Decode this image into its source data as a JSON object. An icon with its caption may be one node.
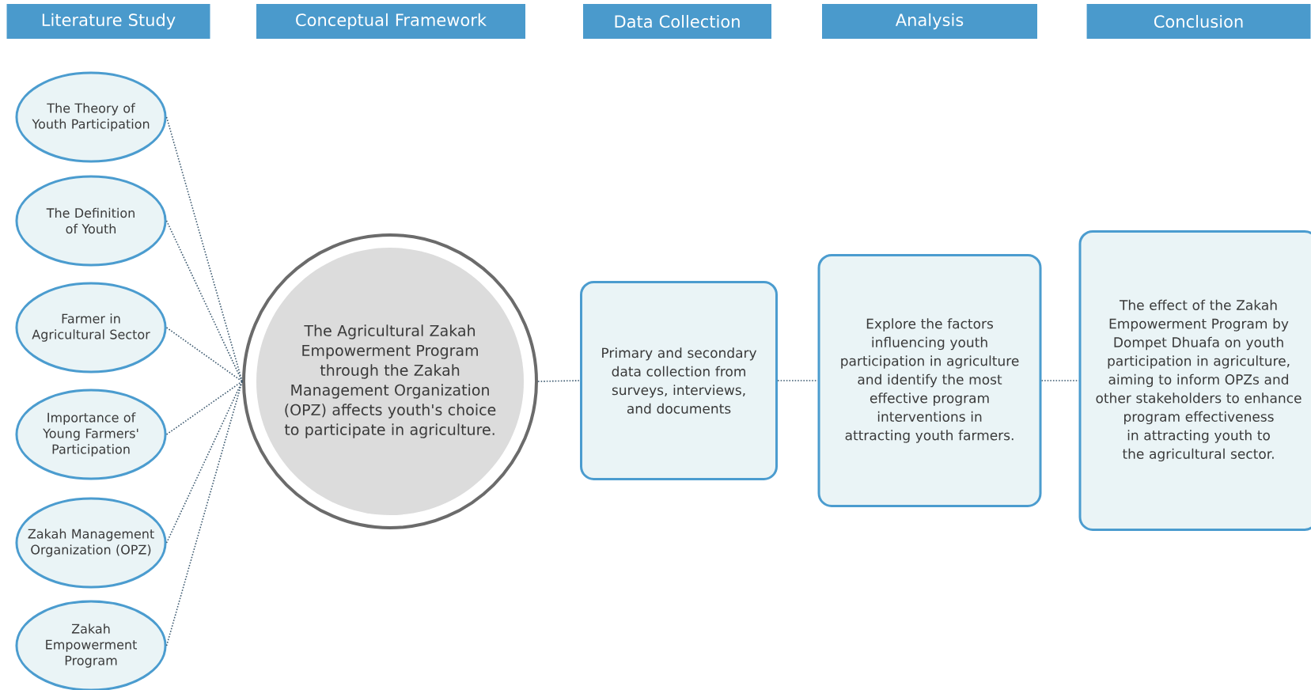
{
  "diagram": {
    "nodes": [
      {
        "text": [
          "Literature Study"
        ]
      },
      {
        "text": [
          "Conceptual Framework"
        ]
      },
      {
        "text": [
          "Data Collection"
        ]
      },
      {
        "text": [
          "Analysis"
        ]
      },
      {
        "text": [
          "Conclusion"
        ]
      },
      {
        "text": [
          "The Theory of Youth Participation"
        ]
      },
      {
        "text": [
          "The Definition of Youth"
        ]
      },
      {
        "text": [
          "Farmer in Agricultural Sector"
        ]
      },
      {
        "text": [
          "Importance of Young Farmers' Participation"
        ]
      },
      {
        "text": [
          "Zakah Management Organization (OPZ)"
        ]
      },
      {
        "text": [
          "Zakah Empowerment Program"
        ]
      },
      {
        "text": [
          "The Agricultural Zakah Empowerment Program through the Zakah Management Organization (OPZ) affects youth's choice to participate in agriculture."
        ]
      },
      {
        "text": [
          "Primary and secondary data collection from surveys, interviews, and documents"
        ]
      },
      {
        "text": [
          "Explore the factors influencing youth participation in agriculture and identify the most effective program interventions in attracting youth farmers."
        ]
      },
      {
        "text": [
          "The effect of the Zakah Empowerment Program by Dompet Dhuafa on youth participation in agriculture, aiming to inform OPZs and other stakeholders to enhance program effectiveness in attracting youth to the agricultural sector."
        ]
      }
    ],
    "edges": [
      {
        "from": 5,
        "to": 11,
        "arrow": "none"
      },
      {
        "from": 6,
        "to": 11,
        "arrow": "none"
      },
      {
        "from": 7,
        "to": 11,
        "arrow": "none"
      },
      {
        "from": 8,
        "to": 11,
        "arrow": "none"
      },
      {
        "from": 9,
        "to": 11,
        "arrow": "none"
      },
      {
        "from": 10,
        "to": 11,
        "arrow": "none"
      },
      {
        "from": 11,
        "to": 12,
        "arrow": "none"
      },
      {
        "from": 12,
        "to": 13,
        "arrow": "none"
      },
      {
        "from": 13,
        "to": 14,
        "arrow": "none"
      }
    ]
  }
}
